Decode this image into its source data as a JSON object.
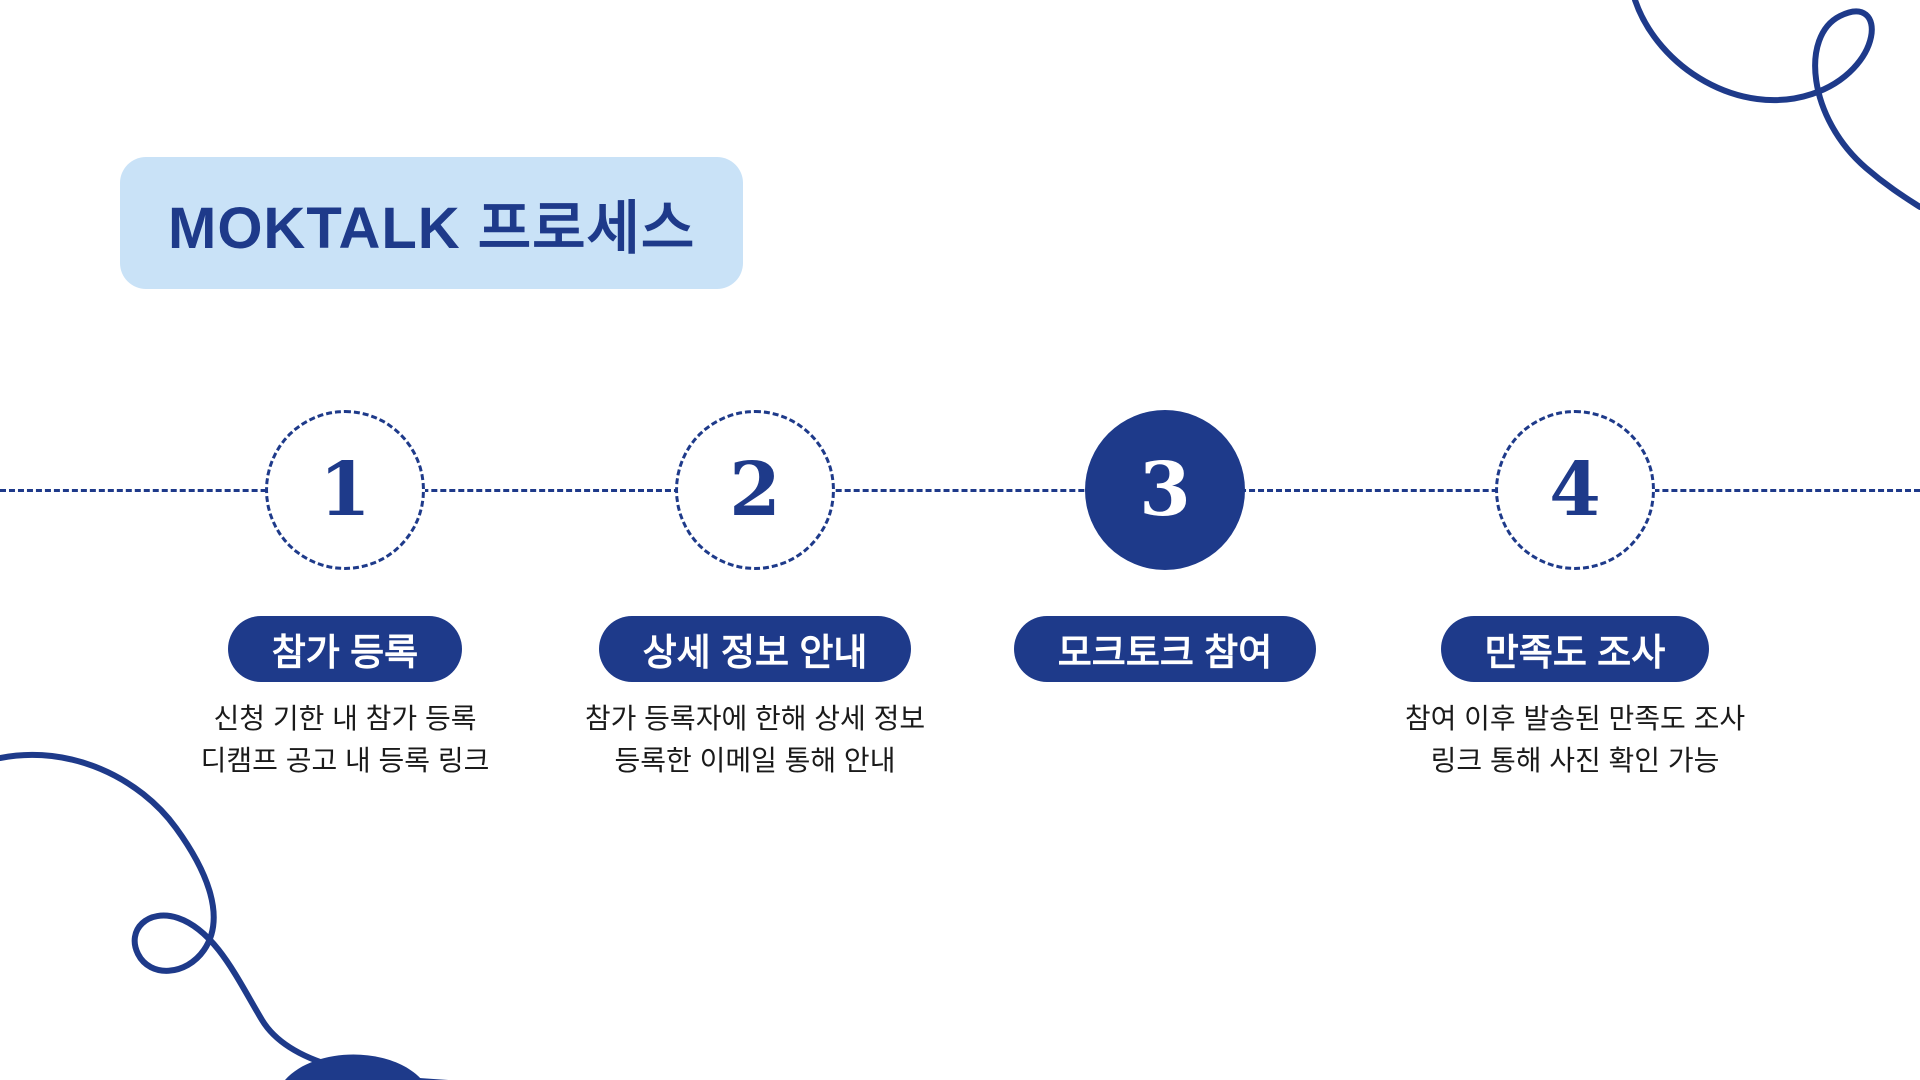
{
  "title": "MOKTALK 프로세스",
  "colors": {
    "background": "#ffffff",
    "accent": "#1e3a8a",
    "badge_background": "#c9e2f7",
    "body_text": "#1a1a1a",
    "pill_text": "#ffffff"
  },
  "timeline": {
    "style": "dashed",
    "active_step": 3
  },
  "steps": [
    {
      "number": "1",
      "label": "참가 등록",
      "active": false,
      "description": [
        "신청 기한 내 참가 등록",
        "디캠프 공고 내 등록 링크"
      ]
    },
    {
      "number": "2",
      "label": "상세 정보 안내",
      "active": false,
      "description": [
        "참가 등록자에 한해 상세 정보",
        "등록한 이메일 통해 안내"
      ]
    },
    {
      "number": "3",
      "label": "모크토크 참여",
      "active": true,
      "description": []
    },
    {
      "number": "4",
      "label": "만족도 조사",
      "active": false,
      "description": [
        "참여 이후 발송된 만족도 조사",
        "링크 통해 사진 확인 가능"
      ]
    }
  ]
}
